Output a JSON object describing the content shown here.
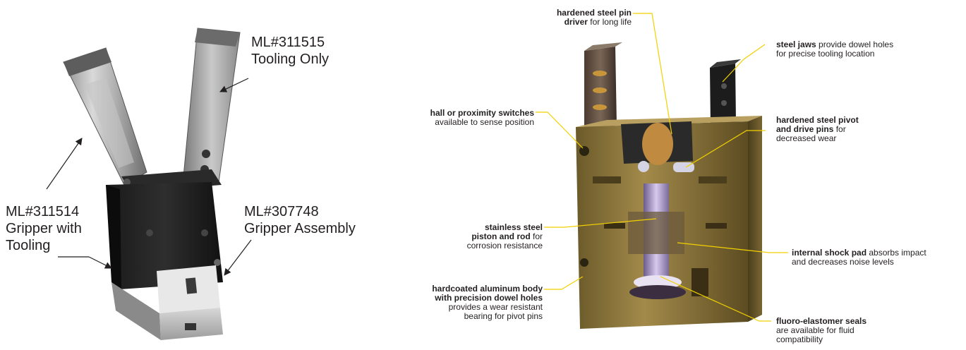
{
  "left": {
    "labels": {
      "tooling_only": [
        "ML#311515",
        "Tooling Only"
      ],
      "gripper_with_tooling": [
        "ML#311514",
        "Gripper with",
        "Tooling"
      ],
      "gripper_assembly": [
        "ML#307748",
        "Gripper Assembly"
      ]
    }
  },
  "right": {
    "callouts": {
      "pin_driver": {
        "bold1": "hardened steel pin",
        "bold2": "driver",
        "rest2": " for long life"
      },
      "steel_jaws": {
        "bold1": "steel jaws",
        "rest1": " provide dowel holes",
        "line2": "for precise tooling location"
      },
      "switches": {
        "bold1": "hall or proximity switches",
        "line2": "available to sense position"
      },
      "pivot_pins": {
        "bold1": "hardened steel pivot",
        "bold2": "and drive pins",
        "rest2": " for",
        "line3": "decreased wear"
      },
      "piston": {
        "bold1": "stainless steel",
        "bold2": "piston and rod",
        "rest2": " for",
        "line3": "corrosion resistance"
      },
      "shock_pad": {
        "bold1": "internal shock pad",
        "rest1": " absorbs impact",
        "line2": "and decreases noise levels"
      },
      "body": {
        "bold1": "hardcoated aluminum body",
        "bold2": "with precision dowel holes",
        "line3": "provides a wear resistant",
        "line4": "bearing for pivot pins"
      },
      "seals": {
        "bold1": "fluoro-elastomer seals",
        "line2": "are available for fluid",
        "line3": "compatibility"
      }
    },
    "leader_color": "#f2d100"
  }
}
